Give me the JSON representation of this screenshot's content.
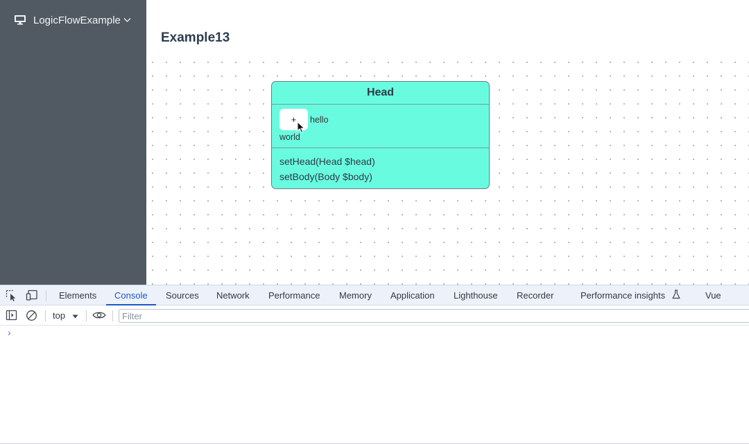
{
  "sidebar": {
    "title": "LogicFlowExample",
    "icon": "monitor-icon",
    "chevron": "chevron-down-icon"
  },
  "page": {
    "title": "Example13"
  },
  "node": {
    "header": "Head",
    "add_button_label": "+",
    "fields": [
      "hello",
      "world"
    ],
    "methods": [
      "setHead(Head $head)",
      "setBody(Body $body)"
    ],
    "fill_color": "#69fbe0"
  },
  "devtools": {
    "tabs": [
      "Elements",
      "Console",
      "Sources",
      "Network",
      "Performance",
      "Memory",
      "Application",
      "Lighthouse",
      "Recorder",
      "Performance insights",
      "Vue"
    ],
    "active_tab": "Console",
    "context": "top",
    "filter_placeholder": "Filter",
    "prompt_glyph": "›",
    "accent_color": "#1a57c8"
  }
}
